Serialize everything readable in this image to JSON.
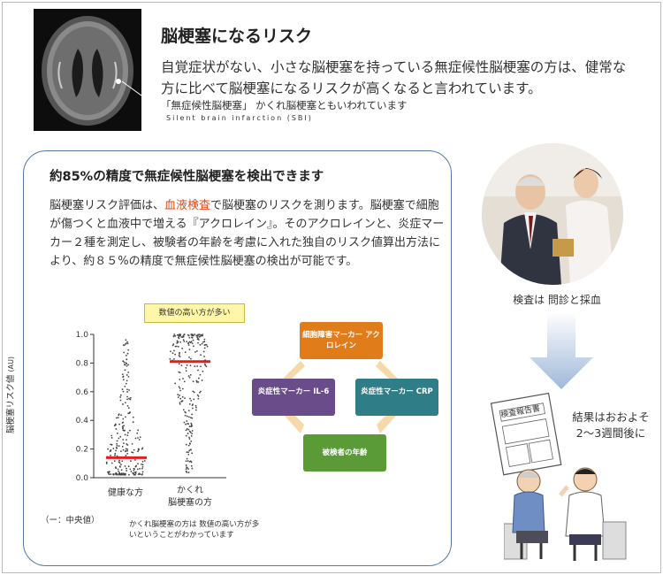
{
  "header": {
    "title": "脳梗塞になるリスク",
    "intro": "自覚症状がない、小さな脳梗塞を持っている無症候性脳梗塞の方は、健常な方に比べて脳梗塞になるリスクが高くなると言われています。",
    "note": "「無症候性脳梗塞」 かくれ脳梗塞ともいわれています",
    "note_en": "Silent brain infarction (SBI)"
  },
  "panel": {
    "title": "約85%の精度で無症候性脳梗塞を検出できます",
    "body_pre": "脳梗塞リスク評価は、",
    "body_highlight": "血液検査",
    "body_post": "で脳梗塞のリスクを測ります。脳梗塞で細胞が傷つくと血液中で増える『アクロレイン』。そのアクロレインと、炎症マーカー２種を測定し、被験者の年齢を考慮に入れた独自のリスク値算出方法により、約８５%の精度で無症候性脳梗塞の検出が可能です。"
  },
  "chart_data": {
    "type": "scatter",
    "title": "",
    "annotation": "数値の高い方が多い",
    "ylabel": "脳梗塞リスク値",
    "yunit": "(AU)",
    "ylim": [
      0.0,
      1.0
    ],
    "yticks": [
      "0.0",
      "0.2",
      "0.4",
      "0.6",
      "0.8",
      "1.0"
    ],
    "categories": [
      "健康な方",
      "かくれ脳梗塞の方"
    ],
    "category_label_1": "健康な方",
    "category_label_2a": "かくれ",
    "category_label_2b": "脳梗塞の方",
    "medians": [
      0.14,
      0.81
    ],
    "median_color": "#e02020",
    "legend": "（ー：中央値）",
    "legend_mark": "ー",
    "footnote": "かくれ脳梗塞の方は 数値の高い方が多いということがわかっています"
  },
  "cycle": {
    "top": "細胞障害マーカー アクロレイン",
    "left": "炎症性マーカー IL-6",
    "right": "炎症性マーカー CRP",
    "bottom": "被検者の年齢",
    "colors": {
      "top": "#e07c1a",
      "left": "#6b4c8a",
      "right": "#2f7d86",
      "bottom": "#5a9a37"
    }
  },
  "side": {
    "photo_caption": "検査は 問診と採血",
    "report_label": "検査報告書",
    "result_line1": "結果はおおよそ",
    "result_line2": "2〜3週間後に"
  }
}
